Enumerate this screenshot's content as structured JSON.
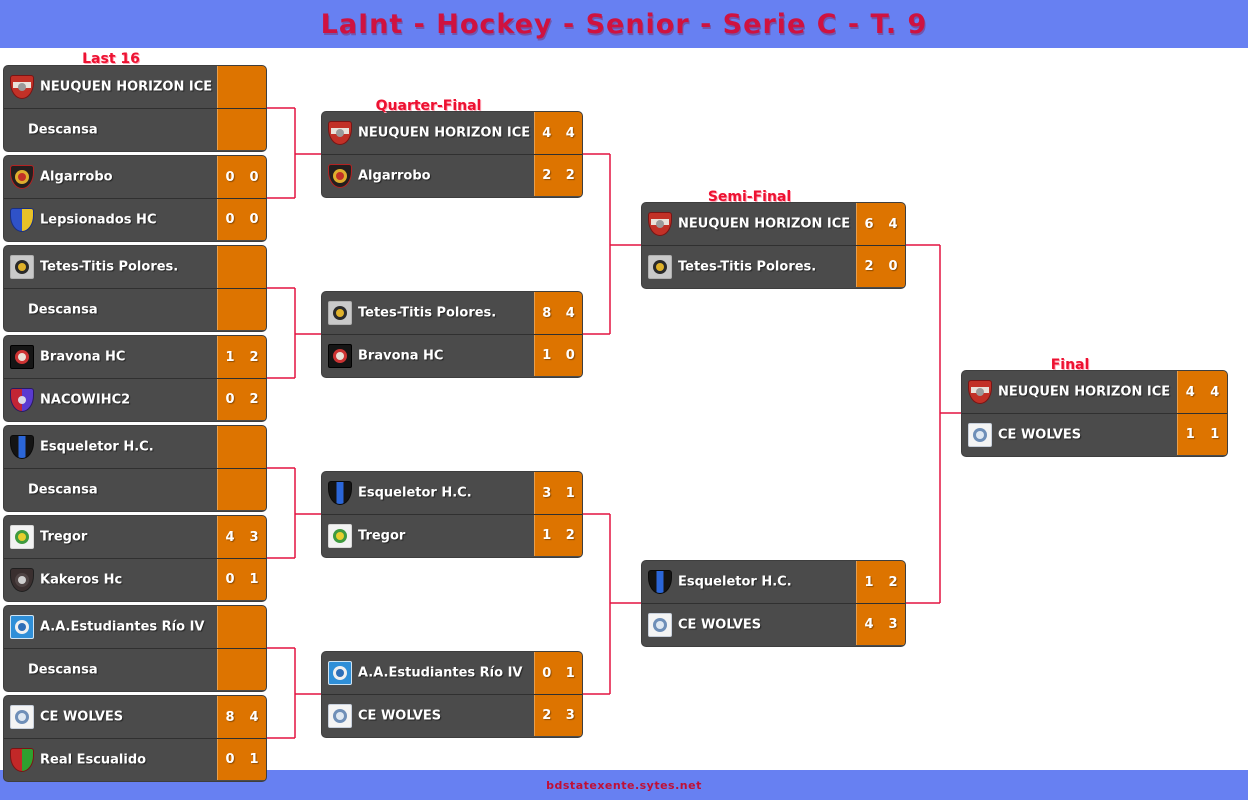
{
  "header": {
    "title": "LaInt - Hockey - Senior - Serie C - T. 9"
  },
  "footer": {
    "link": "bdstatexente.sytes.net"
  },
  "colors": {
    "header_bg": "#6780f2",
    "title_red": "#cf1240",
    "label_red": "#ed1131",
    "label_glow": "#ffa8b8",
    "connector": "#e31441",
    "row_bg": "#4b4b4b",
    "score_bg": "#dd7400",
    "footer_link": "#c00f35",
    "text_white": "#ffffff"
  },
  "logos": {
    "neuquen": {
      "shape": "shield",
      "stripes": [
        "#c23127"
      ],
      "border": "#7a1414",
      "band": "#e9e2da",
      "inner": "#9a9a9a"
    },
    "algarrobo": {
      "shape": "shield",
      "stripes": [
        "#241f1f"
      ],
      "border": "#b32222",
      "dot": "#dfae2e",
      "inner": "#c23127"
    },
    "lepsionados": {
      "shape": "shield",
      "stripes": [
        "#2f52c8",
        "#e8c128"
      ],
      "border": "#1a2f80"
    },
    "tetes": {
      "shape": "square",
      "stripes": [
        "#c9c9c9"
      ],
      "border": "#b0b0b0",
      "dot": "#2a2a2a",
      "inner": "#e0b22a"
    },
    "bravona": {
      "shape": "square",
      "stripes": [
        "#151515"
      ],
      "border": "#000000",
      "dot": "#cc3333",
      "inner": "#e8e0d8"
    },
    "nacowihc2": {
      "shape": "shield",
      "stripes": [
        "#c22535",
        "#5a3ad0"
      ],
      "border": "#2a1a60",
      "inner": "#d8d8e8"
    },
    "esqueletor": {
      "shape": "shield",
      "stripes": [
        "#141414",
        "#2b66d8",
        "#141414"
      ],
      "border": "#0a0a0a"
    },
    "tregor": {
      "shape": "square",
      "stripes": [
        "#f2f2f2"
      ],
      "border": "#d8d8d8",
      "dot": "#3f9b3f",
      "inner": "#e8cf2e"
    },
    "kakeros": {
      "shape": "shield",
      "stripes": [
        "#3a2f2f"
      ],
      "border": "#1f1f1f",
      "dot": "#4f4444",
      "inner": "#cfcfcf"
    },
    "estudiantes": {
      "shape": "square",
      "stripes": [
        "#2f8fd8"
      ],
      "border": "#cfe4f4",
      "dot": "#f0f0f0",
      "inner": "#2f6fb8"
    },
    "wolves": {
      "shape": "square",
      "stripes": [
        "#f4f4f4"
      ],
      "border": "#c8d0dc",
      "dot": "#6f8fb8",
      "inner": "#dfe8f2"
    },
    "escualido": {
      "shape": "shield",
      "stripes": [
        "#c22828",
        "#2fa02f"
      ],
      "border": "#7a1414"
    }
  },
  "bracket": {
    "rounds": [
      {
        "name": "Last 16",
        "matches": [
          {
            "teams": [
              {
                "name": "NEUQUEN HORIZON ICE",
                "logo": "neuquen",
                "scores": null
              },
              {
                "name": "Descansa",
                "logo": null,
                "scores": null
              }
            ]
          },
          {
            "teams": [
              {
                "name": "Algarrobo",
                "logo": "algarrobo",
                "scores": [
                  "0",
                  "0"
                ]
              },
              {
                "name": "Lepsionados HC",
                "logo": "lepsionados",
                "scores": [
                  "0",
                  "0"
                ]
              }
            ]
          },
          {
            "teams": [
              {
                "name": "Tetes-Titis Polores.",
                "logo": "tetes",
                "scores": null
              },
              {
                "name": "Descansa",
                "logo": null,
                "scores": null
              }
            ]
          },
          {
            "teams": [
              {
                "name": "Bravona HC",
                "logo": "bravona",
                "scores": [
                  "1",
                  "2"
                ]
              },
              {
                "name": "NACOWIHC2",
                "logo": "nacowihc2",
                "scores": [
                  "0",
                  "2"
                ]
              }
            ]
          },
          {
            "teams": [
              {
                "name": "Esqueletor H.C.",
                "logo": "esqueletor",
                "scores": null
              },
              {
                "name": "Descansa",
                "logo": null,
                "scores": null
              }
            ]
          },
          {
            "teams": [
              {
                "name": "Tregor",
                "logo": "tregor",
                "scores": [
                  "4",
                  "3"
                ]
              },
              {
                "name": "Kakeros Hc",
                "logo": "kakeros",
                "scores": [
                  "0",
                  "1"
                ]
              }
            ]
          },
          {
            "teams": [
              {
                "name": "A.A.Estudiantes Río IV",
                "logo": "estudiantes",
                "scores": null
              },
              {
                "name": "Descansa",
                "logo": null,
                "scores": null
              }
            ]
          },
          {
            "teams": [
              {
                "name": "CE WOLVES",
                "logo": "wolves",
                "scores": [
                  "8",
                  "4"
                ]
              },
              {
                "name": "Real Escualido",
                "logo": "escualido",
                "scores": [
                  "0",
                  "1"
                ]
              }
            ]
          }
        ]
      },
      {
        "name": "Quarter-Final",
        "matches": [
          {
            "teams": [
              {
                "name": "NEUQUEN HORIZON ICE",
                "logo": "neuquen",
                "scores": [
                  "4",
                  "4"
                ]
              },
              {
                "name": "Algarrobo",
                "logo": "algarrobo",
                "scores": [
                  "2",
                  "2"
                ]
              }
            ]
          },
          {
            "teams": [
              {
                "name": "Tetes-Titis Polores.",
                "logo": "tetes",
                "scores": [
                  "8",
                  "4"
                ]
              },
              {
                "name": "Bravona HC",
                "logo": "bravona",
                "scores": [
                  "1",
                  "0"
                ]
              }
            ]
          },
          {
            "teams": [
              {
                "name": "Esqueletor H.C.",
                "logo": "esqueletor",
                "scores": [
                  "3",
                  "1"
                ]
              },
              {
                "name": "Tregor",
                "logo": "tregor",
                "scores": [
                  "1",
                  "2"
                ]
              }
            ]
          },
          {
            "teams": [
              {
                "name": "A.A.Estudiantes Río IV",
                "logo": "estudiantes",
                "scores": [
                  "0",
                  "1"
                ]
              },
              {
                "name": "CE WOLVES",
                "logo": "wolves",
                "scores": [
                  "2",
                  "3"
                ]
              }
            ]
          }
        ]
      },
      {
        "name": "Semi-Final",
        "matches": [
          {
            "teams": [
              {
                "name": "NEUQUEN HORIZON ICE",
                "logo": "neuquen",
                "scores": [
                  "6",
                  "4"
                ]
              },
              {
                "name": "Tetes-Titis Polores.",
                "logo": "tetes",
                "scores": [
                  "2",
                  "0"
                ]
              }
            ]
          },
          {
            "teams": [
              {
                "name": "Esqueletor H.C.",
                "logo": "esqueletor",
                "scores": [
                  "1",
                  "2"
                ]
              },
              {
                "name": "CE WOLVES",
                "logo": "wolves",
                "scores": [
                  "4",
                  "3"
                ]
              }
            ]
          }
        ]
      },
      {
        "name": "Final",
        "matches": [
          {
            "teams": [
              {
                "name": "NEUQUEN HORIZON ICE",
                "logo": "neuquen",
                "scores": [
                  "4",
                  "4"
                ]
              },
              {
                "name": "CE WOLVES",
                "logo": "wolves",
                "scores": [
                  "1",
                  "1"
                ]
              }
            ]
          }
        ]
      }
    ]
  }
}
